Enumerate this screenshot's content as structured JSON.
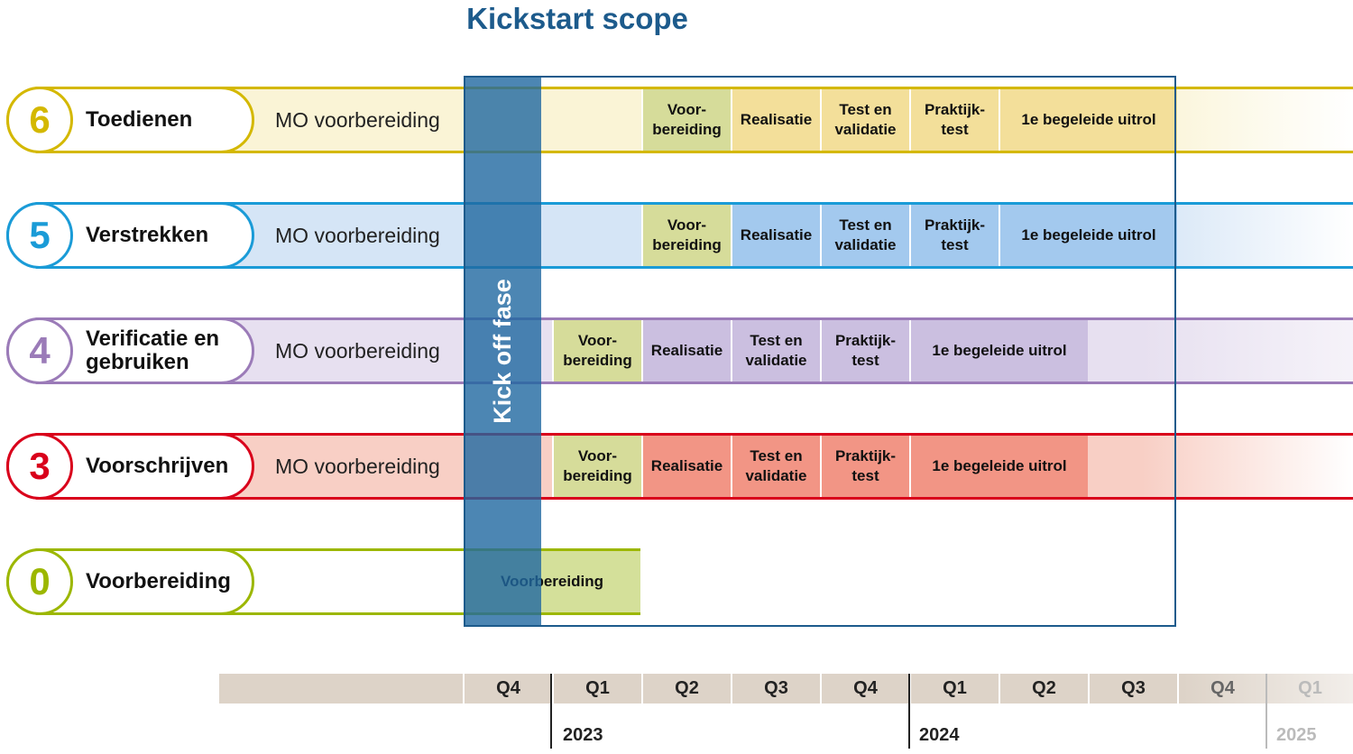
{
  "title": "Kickstart scope",
  "kickoff_label": "Kick off fase",
  "mo_label": "MO voorbereiding",
  "colors": {
    "title": "#1d5b8c",
    "kickoff": "#1f68a0",
    "lane6": "#d4b800",
    "lane5": "#1a9bd7",
    "lane4": "#9b7bb8",
    "lane3": "#d9001b",
    "lane0": "#9cb700",
    "voorbereiding_phase": "#d4e09a"
  },
  "lanes": [
    {
      "number": "6",
      "name": "Toedienen",
      "phases": [
        "Voor-\nbereiding",
        "Realisatie",
        "Test en\nvalidatie",
        "Praktijk-\ntest",
        "1e begeleide uitrol"
      ]
    },
    {
      "number": "5",
      "name": "Verstrekken",
      "phases": [
        "Voor-\nbereiding",
        "Realisatie",
        "Test en\nvalidatie",
        "Praktijk-\ntest",
        "1e begeleide uitrol"
      ]
    },
    {
      "number": "4",
      "name": "Verificatie en\ngebruiken",
      "phases": [
        "Voor-\nbereiding",
        "Realisatie",
        "Test en\nvalidatie",
        "Praktijk-\ntest",
        "1e begeleide uitrol"
      ]
    },
    {
      "number": "3",
      "name": "Voorschrijven",
      "phases": [
        "Voor-\nbereiding",
        "Realisatie",
        "Test en\nvalidatie",
        "Praktijk-\ntest",
        "1e begeleide uitrol"
      ]
    },
    {
      "number": "0",
      "name": "Voorbereiding",
      "phases": [
        "Voorbereiding"
      ]
    }
  ],
  "quarters": [
    "Q4",
    "Q1",
    "Q2",
    "Q3",
    "Q4",
    "Q1",
    "Q2",
    "Q3",
    "Q4",
    "Q1"
  ],
  "years": [
    "2023",
    "2024",
    "2025"
  ]
}
